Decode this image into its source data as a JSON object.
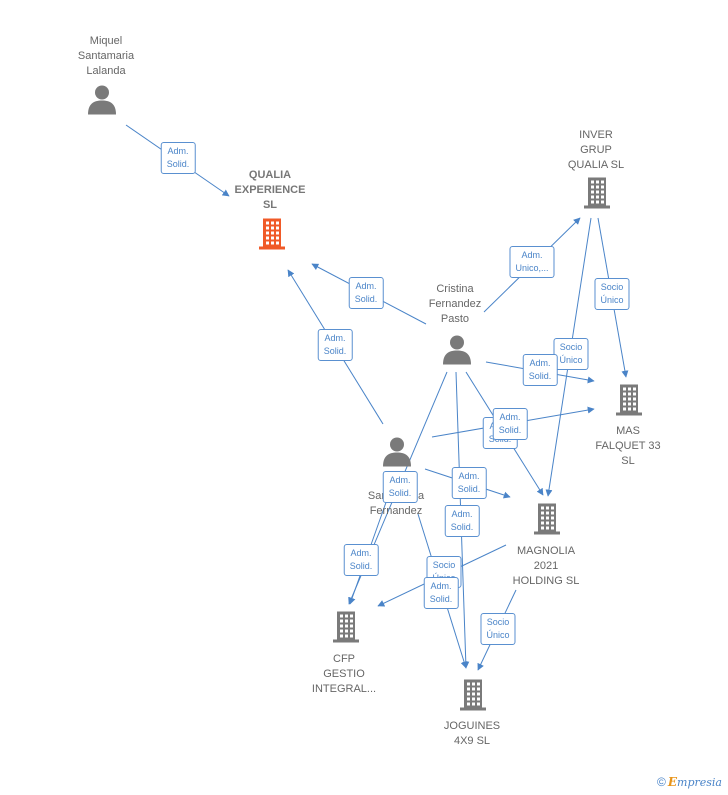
{
  "nodes": [
    {
      "id": "miquel",
      "kind": "person",
      "lines": [
        "Miquel",
        "Santamaria",
        "Lalanda"
      ]
    },
    {
      "id": "qualia",
      "kind": "company-highlight",
      "lines": [
        "QUALIA",
        "EXPERIENCE",
        "SL"
      ]
    },
    {
      "id": "inver",
      "kind": "company",
      "lines": [
        "INVER",
        "GRUP",
        "QUALIA SL"
      ]
    },
    {
      "id": "cristina",
      "kind": "person",
      "lines": [
        "Cristina",
        "Fernandez",
        "Pasto"
      ]
    },
    {
      "id": "mas",
      "kind": "company",
      "lines": [
        "MAS",
        "FALQUET 33",
        "SL"
      ]
    },
    {
      "id": "person2",
      "kind": "person",
      "lines": [
        "Santamaria",
        "Fernandez"
      ]
    },
    {
      "id": "magnolia",
      "kind": "company",
      "lines": [
        "MAGNOLIA",
        "2021",
        "HOLDING SL"
      ]
    },
    {
      "id": "cfp",
      "kind": "company",
      "lines": [
        "CFP",
        "GESTIO",
        "INTEGRAL..."
      ]
    },
    {
      "id": "joguines",
      "kind": "company",
      "lines": [
        "JOGUINES",
        "4X9 SL"
      ]
    }
  ],
  "edge_labels": [
    {
      "id": "e1",
      "lines": [
        "Adm.",
        "Solid."
      ]
    },
    {
      "id": "e2",
      "lines": [
        "Adm.",
        "Solid."
      ]
    },
    {
      "id": "e3",
      "lines": [
        "Adm.",
        "Solid."
      ]
    },
    {
      "id": "e4",
      "lines": [
        "Adm.",
        "Unico,..."
      ]
    },
    {
      "id": "e5",
      "lines": [
        "Socio",
        "Único"
      ]
    },
    {
      "id": "e6",
      "lines": [
        "Socio",
        "Único"
      ]
    },
    {
      "id": "e7",
      "lines": [
        "Adm.",
        "Solid."
      ]
    },
    {
      "id": "e8",
      "lines": [
        "Adm.",
        "Solid."
      ]
    },
    {
      "id": "e9",
      "lines": [
        "Adm.",
        "Solid."
      ]
    },
    {
      "id": "e10",
      "lines": [
        "Adm.",
        "Solid."
      ]
    },
    {
      "id": "e11",
      "lines": [
        "Adm.",
        "Solid."
      ]
    },
    {
      "id": "e12",
      "lines": [
        "Adm.",
        "Solid."
      ]
    },
    {
      "id": "e13",
      "lines": [
        "Adm.",
        "Solid."
      ]
    },
    {
      "id": "e14",
      "lines": [
        "Socio",
        "Único"
      ]
    },
    {
      "id": "e15",
      "lines": [
        "Adm.",
        "Solid."
      ]
    },
    {
      "id": "e16",
      "lines": [
        "Socio",
        "Único"
      ]
    }
  ],
  "brand": {
    "copyright": "©",
    "initial": "E",
    "rest": "mpresia"
  },
  "colors": {
    "edge": "#4a84c8",
    "person_icon": "#7a7a7a",
    "company_icon": "#7a7a7a",
    "highlight_icon": "#f05a28"
  }
}
